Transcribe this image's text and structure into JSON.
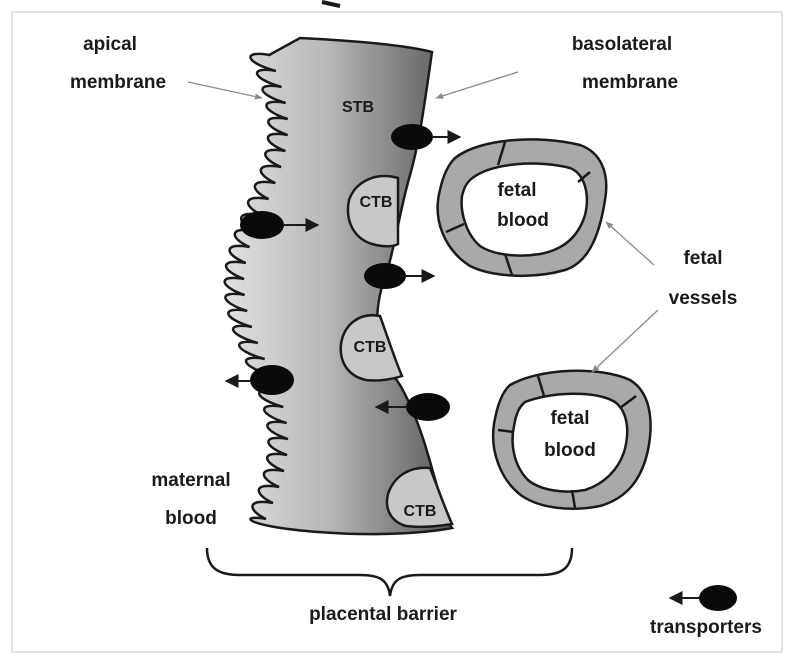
{
  "labels": {
    "apical_line1": "apical",
    "apical_line2": "membrane",
    "basolateral_line1": "basolateral",
    "basolateral_line2": "membrane",
    "stb": "STB",
    "ctb": "CTB",
    "fetal_blood_line1": "fetal",
    "fetal_blood_line2": "blood",
    "fetal_vessels_line1": "fetal",
    "fetal_vessels_line2": "vessels",
    "maternal_line1": "maternal",
    "maternal_line2": "blood",
    "placental_barrier": "placental barrier",
    "transporters": "transporters"
  },
  "colors": {
    "outline": "#1a1a1a",
    "tissue_dark": "#6e6e6e",
    "tissue_light": "#d2d2d2",
    "ctb_fill": "#c8c8c8",
    "vessel_wall": "#a9a9a9",
    "transporter": "#0a0a0a",
    "pointer_line": "#8a8a8a"
  }
}
